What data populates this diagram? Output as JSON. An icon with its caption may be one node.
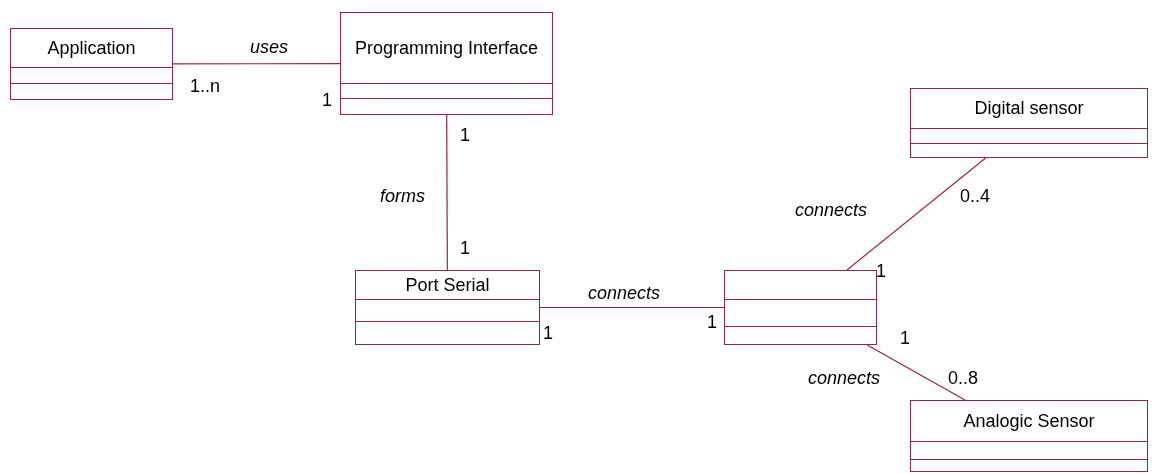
{
  "diagram": {
    "nodes": [
      {
        "text": [
          "Application"
        ]
      },
      {
        "text": [
          "Programming Interface"
        ]
      },
      {
        "text": [
          "Digital sensor"
        ]
      },
      {
        "text": [
          "Port Serial"
        ]
      },
      {
        "text": [],
        "shape": "box"
      },
      {
        "text": [
          "Analogic Sensor"
        ]
      }
    ],
    "edges": [
      {
        "from": 0,
        "to": 1,
        "arrow": "none",
        "label": "uses"
      },
      {
        "from": 1,
        "to": 3,
        "arrow": "none",
        "label": "forms"
      },
      {
        "from": 3,
        "to": 4,
        "arrow": "none",
        "label": "connects"
      },
      {
        "from": 4,
        "to": 2,
        "arrow": "none",
        "label": "connects"
      },
      {
        "from": 4,
        "to": 5,
        "arrow": "none",
        "label": "connects"
      }
    ],
    "labels": [
      "1..n",
      "1",
      "1",
      "0..4",
      "1",
      "1",
      "1",
      "1",
      "1",
      "0..8"
    ]
  }
}
